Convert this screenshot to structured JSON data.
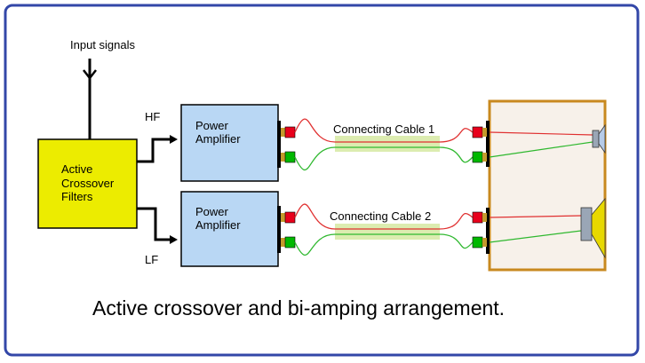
{
  "diagram": {
    "input_label": "Input signals",
    "hf_label": "HF",
    "lf_label": "LF",
    "crossover": {
      "line1": "Active",
      "line2": "Crossover",
      "line3": "Filters"
    },
    "amp_top": {
      "line1": "Power",
      "line2": "Amplifier"
    },
    "amp_bottom": {
      "line1": "Power",
      "line2": "Amplifier"
    },
    "cable_top_label": "Connecting Cable  1",
    "cable_bottom_label": "Connecting Cable  2",
    "caption": "Active crossover and bi-amping arrangement.",
    "colors": {
      "frame_border": "#3347a8",
      "crossover_fill": "#ecec00",
      "amp_fill": "#b9d7f4",
      "speaker_border": "#c8891f",
      "speaker_fill": "#f7f1ea",
      "wire_red": "#e03030",
      "wire_green": "#2fb82f",
      "terminal_red": "#e8001c",
      "terminal_green": "#00b800",
      "cable_highlight": "#dcecb0",
      "woofer_cone": "#e8d800"
    }
  }
}
